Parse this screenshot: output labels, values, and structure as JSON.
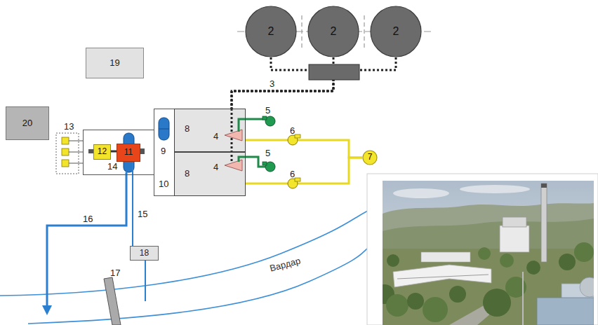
{
  "diagram": {
    "nodes": [
      {
        "text": [
          "2"
        ]
      },
      {
        "text": [
          "2"
        ]
      },
      {
        "text": [
          "2"
        ]
      },
      {
        "text": [
          "19"
        ]
      },
      {
        "text": [
          "20"
        ]
      },
      {
        "text": [
          "14"
        ]
      },
      {
        "text": [
          "12"
        ],
        "in": 5
      },
      {
        "text": [
          "11"
        ],
        "in": 5
      },
      {
        "text": [
          "10"
        ]
      },
      {
        "text": [
          "8"
        ]
      },
      {
        "text": [
          "8"
        ]
      },
      {
        "text": [
          "7"
        ]
      },
      {
        "text": [
          "18"
        ]
      }
    ],
    "edges": [
      {
        "from": 0,
        "to": 9,
        "arrow": "none"
      },
      {
        "from": 1,
        "to": 9,
        "arrow": "none"
      },
      {
        "from": 2,
        "to": 9,
        "arrow": "none"
      },
      {
        "from": 9,
        "to": 11,
        "arrow": "none"
      },
      {
        "from": 10,
        "to": 11,
        "arrow": "none"
      },
      {
        "from": 7,
        "to": 12,
        "arrow": "none"
      }
    ],
    "labels": [
      "3",
      "5",
      "4",
      "6",
      "5",
      "4",
      "6",
      "9",
      "13",
      "15",
      "16",
      "17",
      "Вардар"
    ]
  }
}
